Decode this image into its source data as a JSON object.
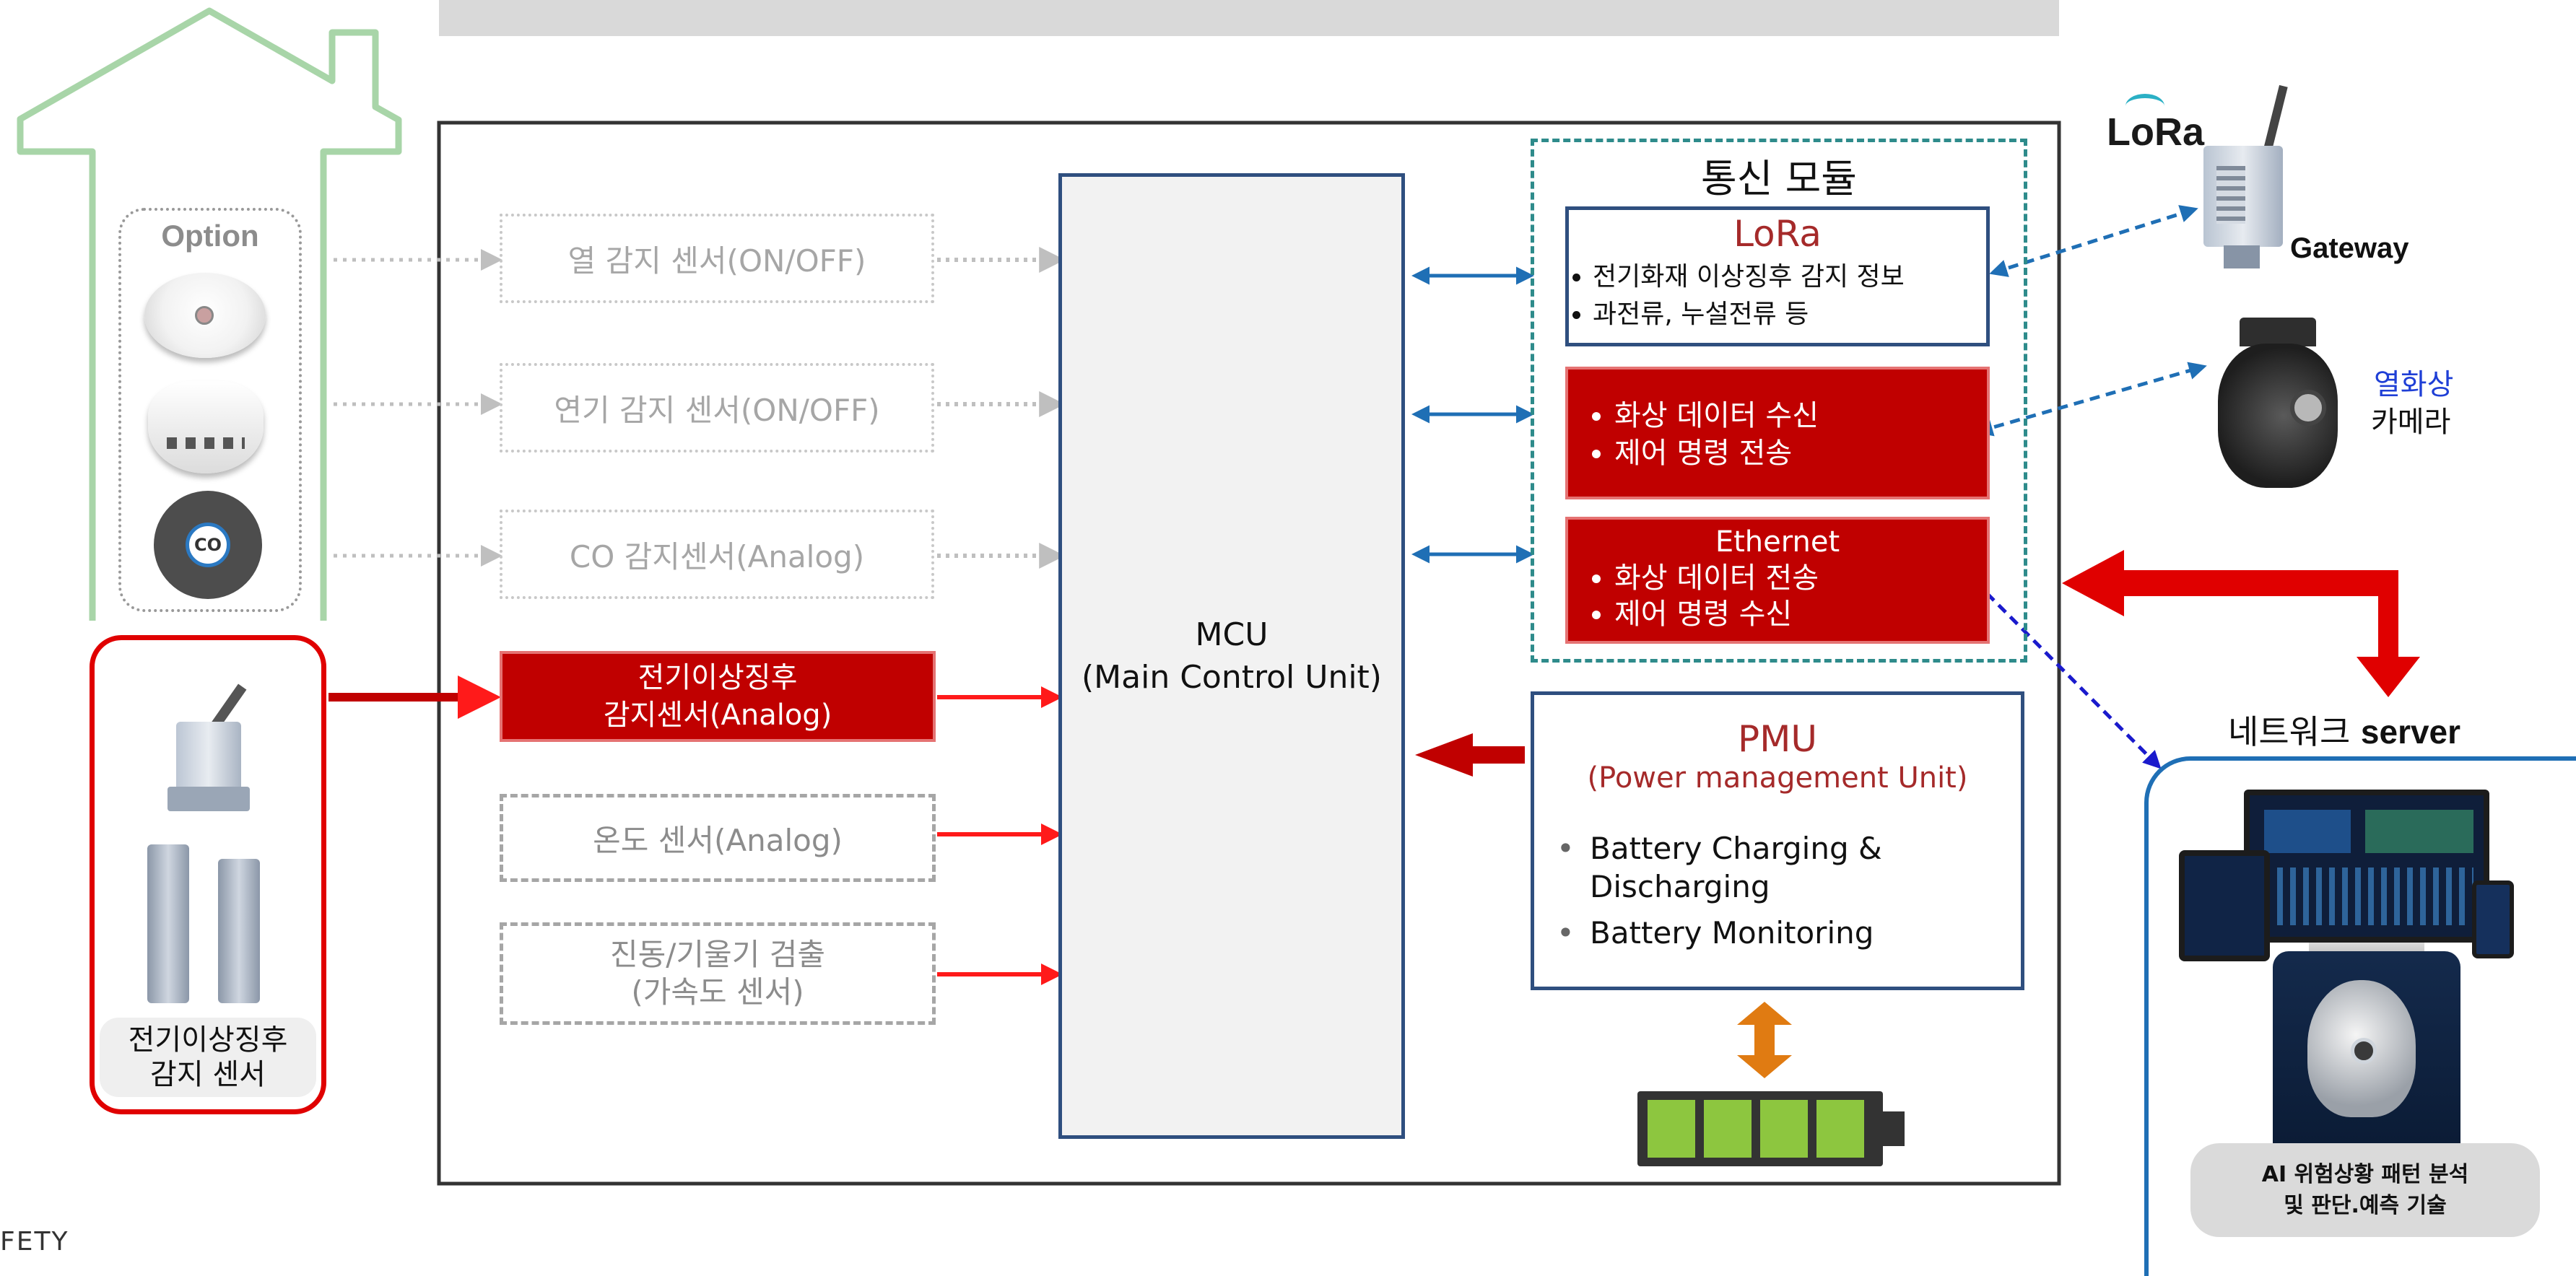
{
  "option": {
    "label": "Option"
  },
  "sensor_group": {
    "label": "전기이상징후\n감지 센서"
  },
  "sensors": {
    "heat": "열 감지 센서(ON/OFF)",
    "smoke": "연기 감지 센서(ON/OFF)",
    "co": "CO 감지센서(Analog)",
    "co_icon": "CO",
    "electric": "전기이상징후\n감지센서(Analog)",
    "temp": "온도 센서(Analog)",
    "vibration": "진동/기울기 검출\n(가속도 센서)"
  },
  "mcu": {
    "label": "MCU\n(Main Control Unit)"
  },
  "comm": {
    "title": "통신 모듈",
    "lora": {
      "title": "LoRa",
      "items": [
        "전기화재 이상징후 감지 정보",
        "과전류, 누설전류 등"
      ]
    },
    "camera_link": {
      "items": [
        "화상 데이터 수신",
        "제어 명령 전송"
      ]
    },
    "ethernet": {
      "title": "Ethernet",
      "items": [
        "화상 데이터 전송",
        "제어 명령 수신"
      ]
    }
  },
  "pmu": {
    "title": "PMU",
    "subtitle": "(Power management Unit)",
    "items": [
      "Battery Charging &\nDischarging",
      "Battery Monitoring"
    ]
  },
  "gateway": {
    "logo": "LoRa",
    "label": "Gateway"
  },
  "camera": {
    "label_top": "열화상",
    "label_bottom": "카메라"
  },
  "server": {
    "title_ko": "네트워크 ",
    "title_en": "server",
    "caption": "AI 위험상황 패턴 분석\n및 판단.예측 기술"
  },
  "footer": {
    "text": "FETY"
  },
  "colors": {
    "accent_red": "#c00000",
    "arrow_blue": "#1f6fb5",
    "teal": "#2e8b8b",
    "navy": "#2f4f7f",
    "house_green": "#a8d5a8",
    "battery_green": "#8dc63f",
    "orange": "#e07b12"
  }
}
